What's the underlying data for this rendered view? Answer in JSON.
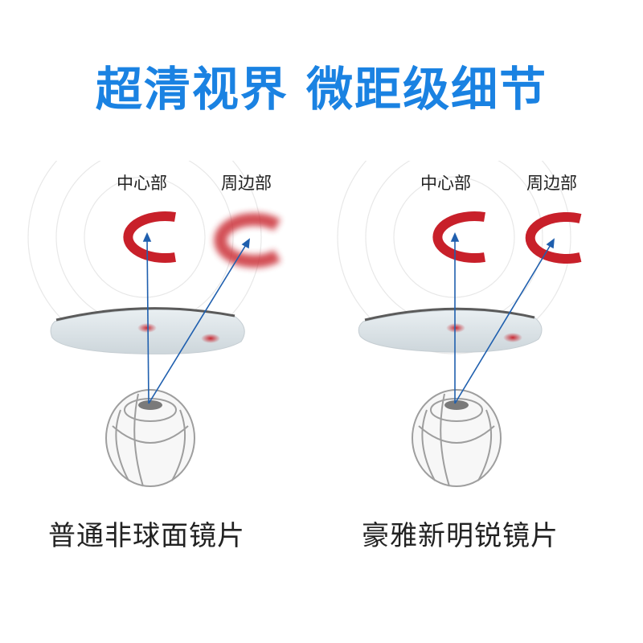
{
  "headline": "超清视界 微距级细节",
  "labels": {
    "center": "中心部",
    "edge": "周边部"
  },
  "captions": {
    "left": "普通非球面镜片",
    "right": "豪雅新明锐镜片"
  },
  "colors": {
    "headline": "#1a82e2",
    "ring": "#c8202a",
    "ray": "#1f5fae",
    "lens": "#dfe6ea",
    "eye": "#b8b8b8"
  }
}
